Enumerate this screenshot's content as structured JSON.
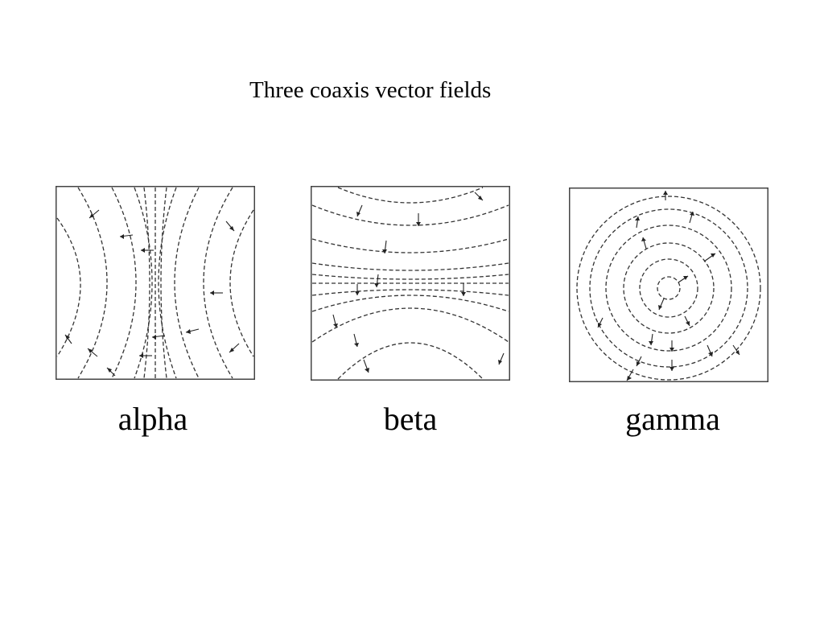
{
  "slide": {
    "title": "Three coaxis vector fields"
  },
  "panels": [
    {
      "key": "alpha",
      "caption": "alpha"
    },
    {
      "key": "beta",
      "caption": "beta"
    },
    {
      "key": "gamma",
      "caption": "gamma"
    }
  ]
}
